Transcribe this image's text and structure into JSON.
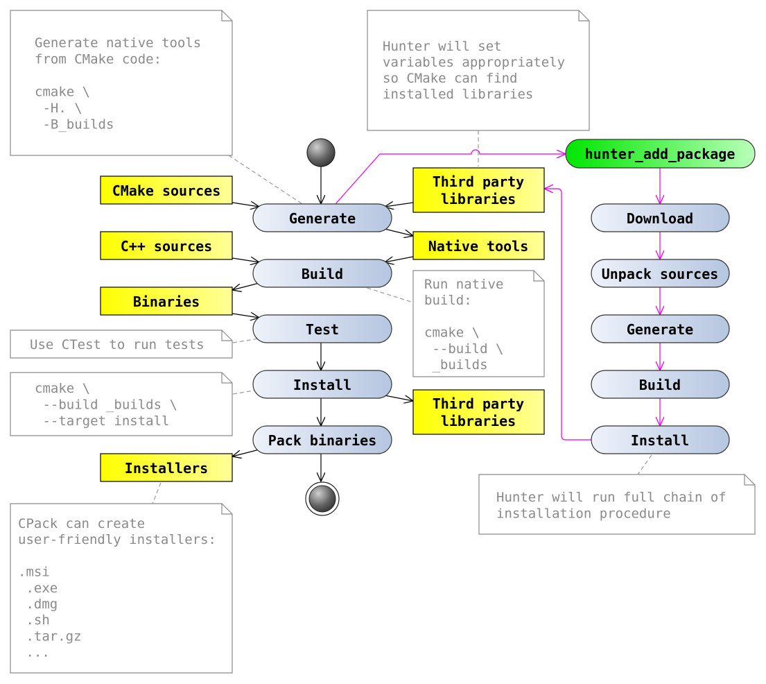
{
  "colors": {
    "artifact_fill": "#ffff00",
    "artifact_fill_light": "#ffff99",
    "step_fill_light": "#eef2fa",
    "step_fill_dark": "#b5c6e0",
    "highlight_fill": "#00e600",
    "highlight_fill_light": "#b8ffb8",
    "hunter_flow": "#e600e6",
    "note_border": "#8a8a8a",
    "note_text": "#8a8a8a"
  },
  "main_flow": {
    "steps": [
      {
        "id": "generate",
        "label": "Generate"
      },
      {
        "id": "build",
        "label": "Build"
      },
      {
        "id": "test",
        "label": "Test"
      },
      {
        "id": "install",
        "label": "Install"
      },
      {
        "id": "pack",
        "label": "Pack binaries"
      }
    ]
  },
  "artifacts": {
    "cmake_sources": {
      "lines": [
        "CMake sources"
      ]
    },
    "cpp_sources": {
      "lines": [
        "C++ sources"
      ]
    },
    "binaries": {
      "lines": [
        "Binaries"
      ]
    },
    "installers": {
      "lines": [
        "Installers"
      ]
    },
    "third_party_in": {
      "lines": [
        "Third party",
        "libraries"
      ]
    },
    "native_tools": {
      "lines": [
        "Native tools"
      ]
    },
    "third_party_out": {
      "lines": [
        "Third party",
        "libraries"
      ]
    }
  },
  "hunter_flow": {
    "entry": {
      "label": "hunter_add_package"
    },
    "steps": [
      {
        "id": "h-download",
        "label": "Download"
      },
      {
        "id": "h-unpack",
        "label": "Unpack sources"
      },
      {
        "id": "h-generate",
        "label": "Generate"
      },
      {
        "id": "h-build",
        "label": "Build"
      },
      {
        "id": "h-install",
        "label": "Install"
      }
    ]
  },
  "notes": {
    "generate": {
      "lines": [
        "Generate native tools",
        "from CMake code:",
        "",
        "cmake \\",
        "    -H. \\",
        "    -B_builds"
      ]
    },
    "hunter_vars": {
      "lines": [
        "Hunter will set",
        "variables appropriately",
        "so CMake can find",
        "installed libraries"
      ]
    },
    "build": {
      "lines": [
        "Run native",
        "build:",
        "",
        "cmake \\",
        "    --build \\",
        "    _builds"
      ]
    },
    "test": {
      "lines": [
        "Use CTest to run tests"
      ]
    },
    "install": {
      "lines": [
        "cmake \\",
        "    --build _builds \\",
        "    --target install"
      ]
    },
    "cpack": {
      "lines": [
        "CPack can create",
        "user-friendly installers:",
        "",
        "     .msi",
        "     .exe",
        "     .dmg",
        "     .sh",
        "     .tar.gz",
        "     ..."
      ]
    },
    "hunter_chain": {
      "lines": [
        "Hunter will run full chain of",
        "installation procedure"
      ]
    }
  }
}
